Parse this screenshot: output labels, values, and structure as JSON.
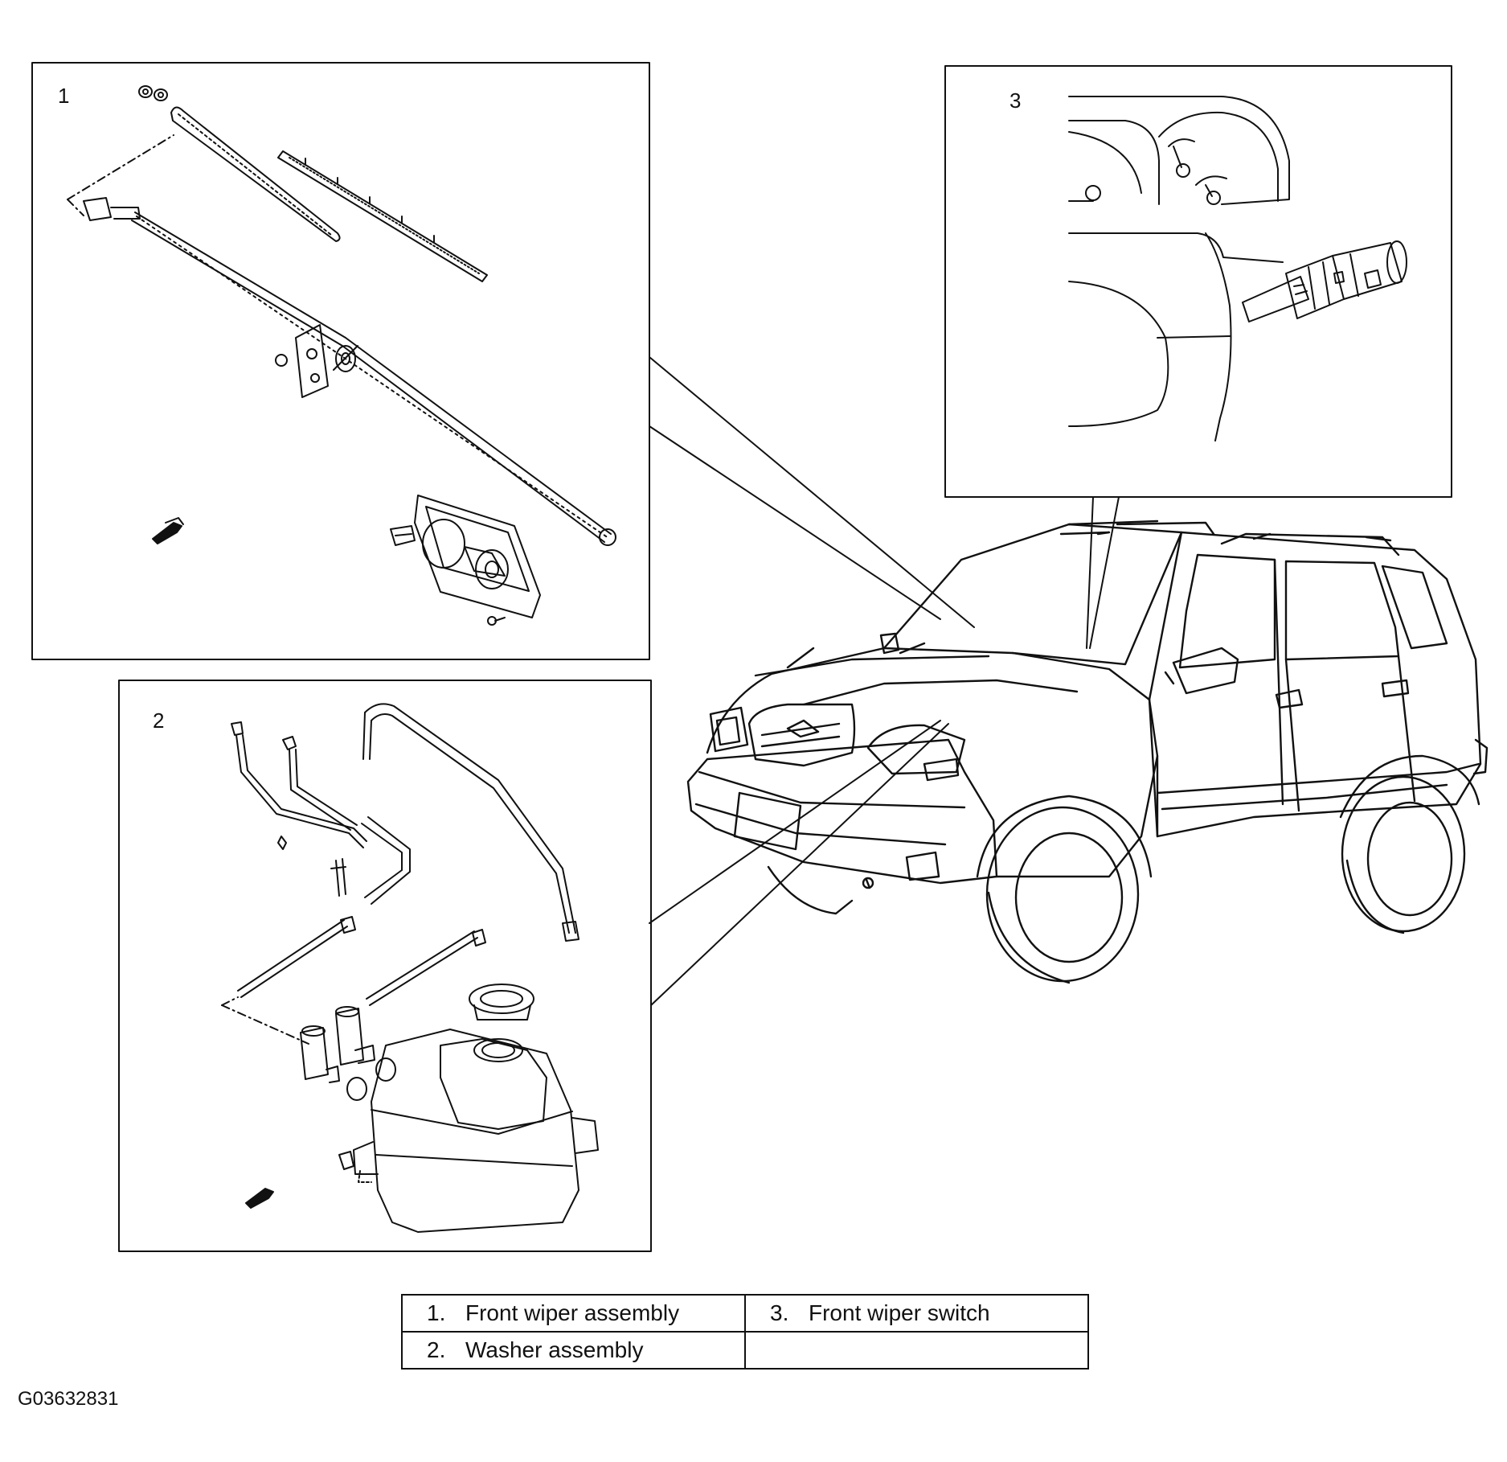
{
  "panels": [
    {
      "number": "1",
      "name": "Front wiper assembly"
    },
    {
      "number": "2",
      "name": "Washer assembly"
    },
    {
      "number": "3",
      "name": "Front wiper switch"
    }
  ],
  "legend": {
    "rows": [
      [
        {
          "num": "1.",
          "label": "Front wiper assembly"
        },
        {
          "num": "3.",
          "label": "Front wiper switch"
        }
      ],
      [
        {
          "num": "2.",
          "label": "Washer assembly"
        },
        {
          "num": "",
          "label": ""
        }
      ]
    ]
  },
  "figure_id": "G03632831"
}
